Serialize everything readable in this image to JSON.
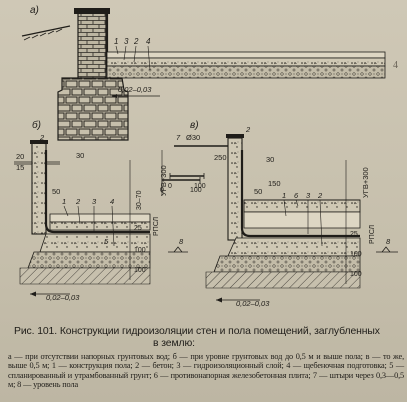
{
  "figure": {
    "panel_labels": {
      "a": "а)",
      "b": "б)",
      "v": "в)"
    },
    "labels_a": {
      "n1": "1",
      "n3": "3",
      "n2": "2",
      "n4": "4",
      "slope": "0,02–0,03"
    },
    "labels_b": {
      "n2": "2",
      "d20": "20",
      "d15": "15",
      "d30": "30",
      "d50": "50",
      "n1": "1",
      "n2b": "2",
      "n3": "3",
      "n4": "4",
      "n5": "5",
      "d25": "25",
      "d100": "100",
      "d100b": "100",
      "gwl": "УГВ+300",
      "rang": "30–70",
      "pl": "РПСЛ",
      "n8": "8",
      "slope": "0,02–0,03",
      "d30b": "30"
    },
    "labels_v": {
      "n7": "7",
      "phi": "Ø30",
      "n2": "2",
      "d250": "250",
      "d30": "30",
      "d150": "150",
      "d50": "50",
      "n1": "1",
      "n6": "6",
      "n3": "3",
      "n2b": "2",
      "d25": "25",
      "d100": "100",
      "d100b": "100",
      "gwl": "УГВ+300",
      "pl": "РПСЛ",
      "n8": "8",
      "slope": "0,02–0,03",
      "s0": "0",
      "s100": "100"
    },
    "scale_b": {
      "s0": "0",
      "s100": "100"
    }
  },
  "caption": {
    "title_line1": "Рис. 101. Конструкции гидроизоляции стен и пола помещений, заглубленных",
    "title_line2": "в землю:",
    "legend": "а — при отсутствии напорных грунтовых вод; б — при уровне грунтовых вод до 0,5 м и выше пола; в — то же, выше 0,5 м; 1 — конструкция пола; 2 — бетон; 3 — гидроизоляционный слой; 4 — щебеночная подготовка; 5 — спланированный и утрамбованный грунт; 6 — противонапорная железобетонная плита; 7 — штыри через 0,3—0,5 м; 8 — уровень пола"
  },
  "side_mark": "4"
}
